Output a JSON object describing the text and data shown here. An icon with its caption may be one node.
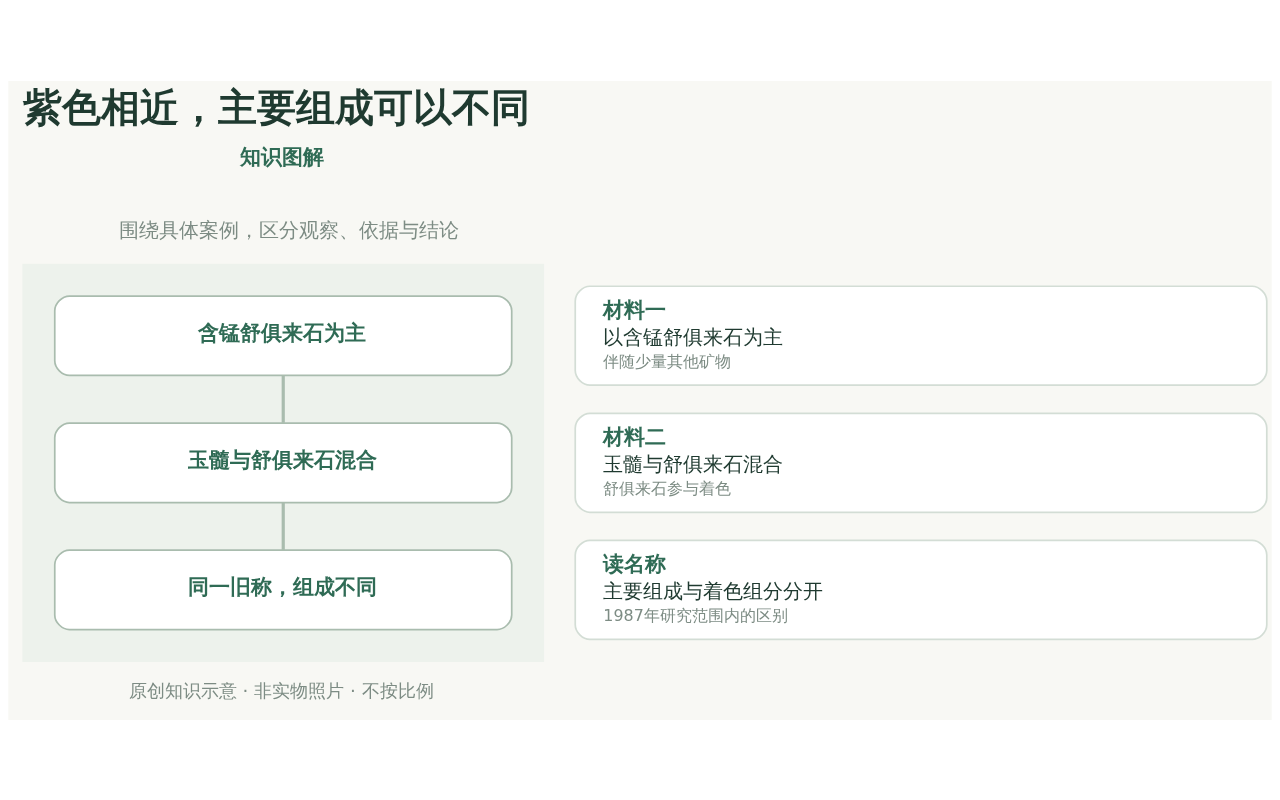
{
  "diagram": {
    "title": "紫色相近，主要组成可以不同",
    "nodes": [
      {
        "text": [],
        "shape": "box"
      },
      {
        "text": [
          "含锰舒俱来石为主"
        ],
        "in": 0
      },
      {
        "text": [
          "玉髓与舒俱来石混合"
        ],
        "in": 0
      },
      {
        "text": [
          "同一旧称，组成不同"
        ],
        "in": 0
      },
      {
        "text": [
          "材料一",
          "以含锰舒俱来石为主",
          "伴随少量其他矿物"
        ]
      },
      {
        "text": [
          "材料二",
          "玉髓与舒俱来石混合",
          "舒俱来石参与着色"
        ]
      },
      {
        "text": [
          "读名称",
          "主要组成与着色组分分开",
          "1987年研究范围内的区别"
        ]
      }
    ],
    "edges": [
      {
        "from": 1,
        "to": 2,
        "arrow": "none"
      },
      {
        "from": 2,
        "to": 3,
        "arrow": "none"
      }
    ],
    "labels": [
      "知识图解",
      "围绕具体案例，区分观察、依据与结论",
      "原创知识示意 · 非实物照片 · 不按比例"
    ]
  }
}
